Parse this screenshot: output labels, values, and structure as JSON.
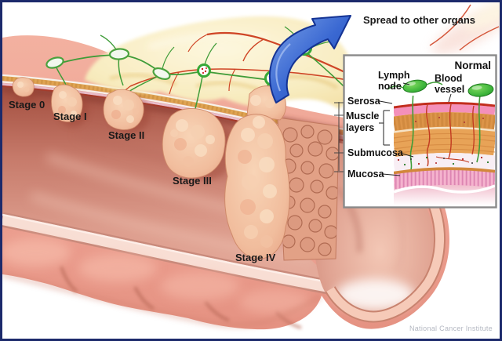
{
  "illustration": {
    "stage_labels": [
      {
        "label": "Stage 0"
      },
      {
        "label": "Stage I"
      },
      {
        "label": "Stage II"
      },
      {
        "label": "Stage III"
      },
      {
        "label": "Stage IV"
      }
    ],
    "annotations": {
      "spread": "Spread to other organs",
      "credit": "National Cancer Institute"
    },
    "inset": {
      "title": "Normal",
      "lymph_node_line1": "Lymph",
      "lymph_node_line2": "node",
      "blood_vessel_line1": "Blood",
      "blood_vessel_line2": "vessel",
      "serosa": "Serosa",
      "muscle_line1": "Muscle",
      "muscle_line2": "layers",
      "submucosa": "Submucosa",
      "mucosa": "Mucosa"
    },
    "colors": {
      "frame_border": "#1c2a6b",
      "colon_salmon": "#efa392",
      "lumen_dark": "#9c4a3c",
      "fat_yellow": "#f6e5ad",
      "lymph_green": "#3f9c38",
      "vessel_red": "#cc3a22",
      "arrow_blue": "#2f62d0",
      "label_text": "#191919",
      "credit_text": "#b4b8c2",
      "inset_border": "#8a8a8a"
    }
  }
}
